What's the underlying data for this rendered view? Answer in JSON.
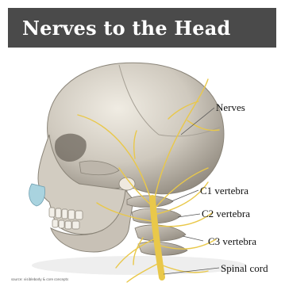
{
  "title": "Nerves to the Head",
  "labels": {
    "nerves": "Nerves",
    "c1": "C1 vertebra",
    "c2": "C2 vertebra",
    "c3": "C3 vertebra",
    "spinal_cord": "Spinal cord"
  },
  "credit": "source: visiblebody & core concepts",
  "colors": {
    "title_bar": "#4a4a4a",
    "bone": "#cdc8bd",
    "nerve": "#e9c84a",
    "vertebra": "#b9b2a8"
  }
}
